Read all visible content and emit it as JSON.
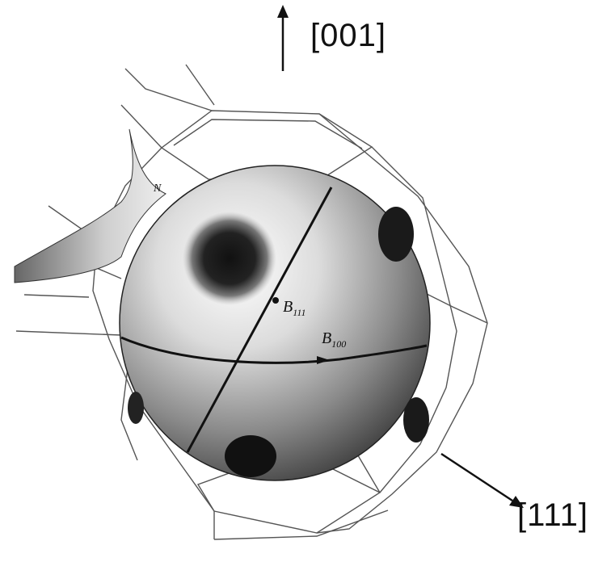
{
  "directions": {
    "up": "[001]",
    "diag": "[111]"
  },
  "labels": {
    "n_point": "N",
    "orbit_b111": "B",
    "orbit_b111_sub": "111",
    "orbit_b100": "B",
    "orbit_b100_sub": "100"
  }
}
